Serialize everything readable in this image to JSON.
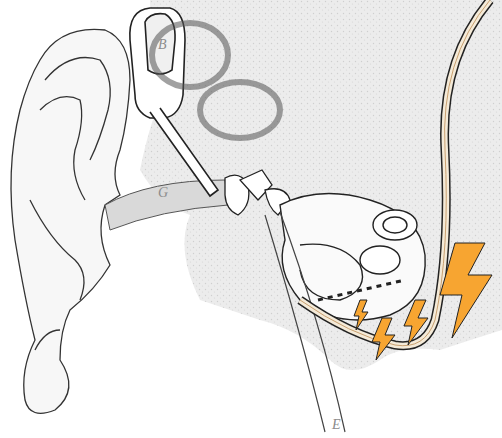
{
  "diagram": {
    "labels": [
      "B",
      "G",
      "E"
    ]
  }
}
